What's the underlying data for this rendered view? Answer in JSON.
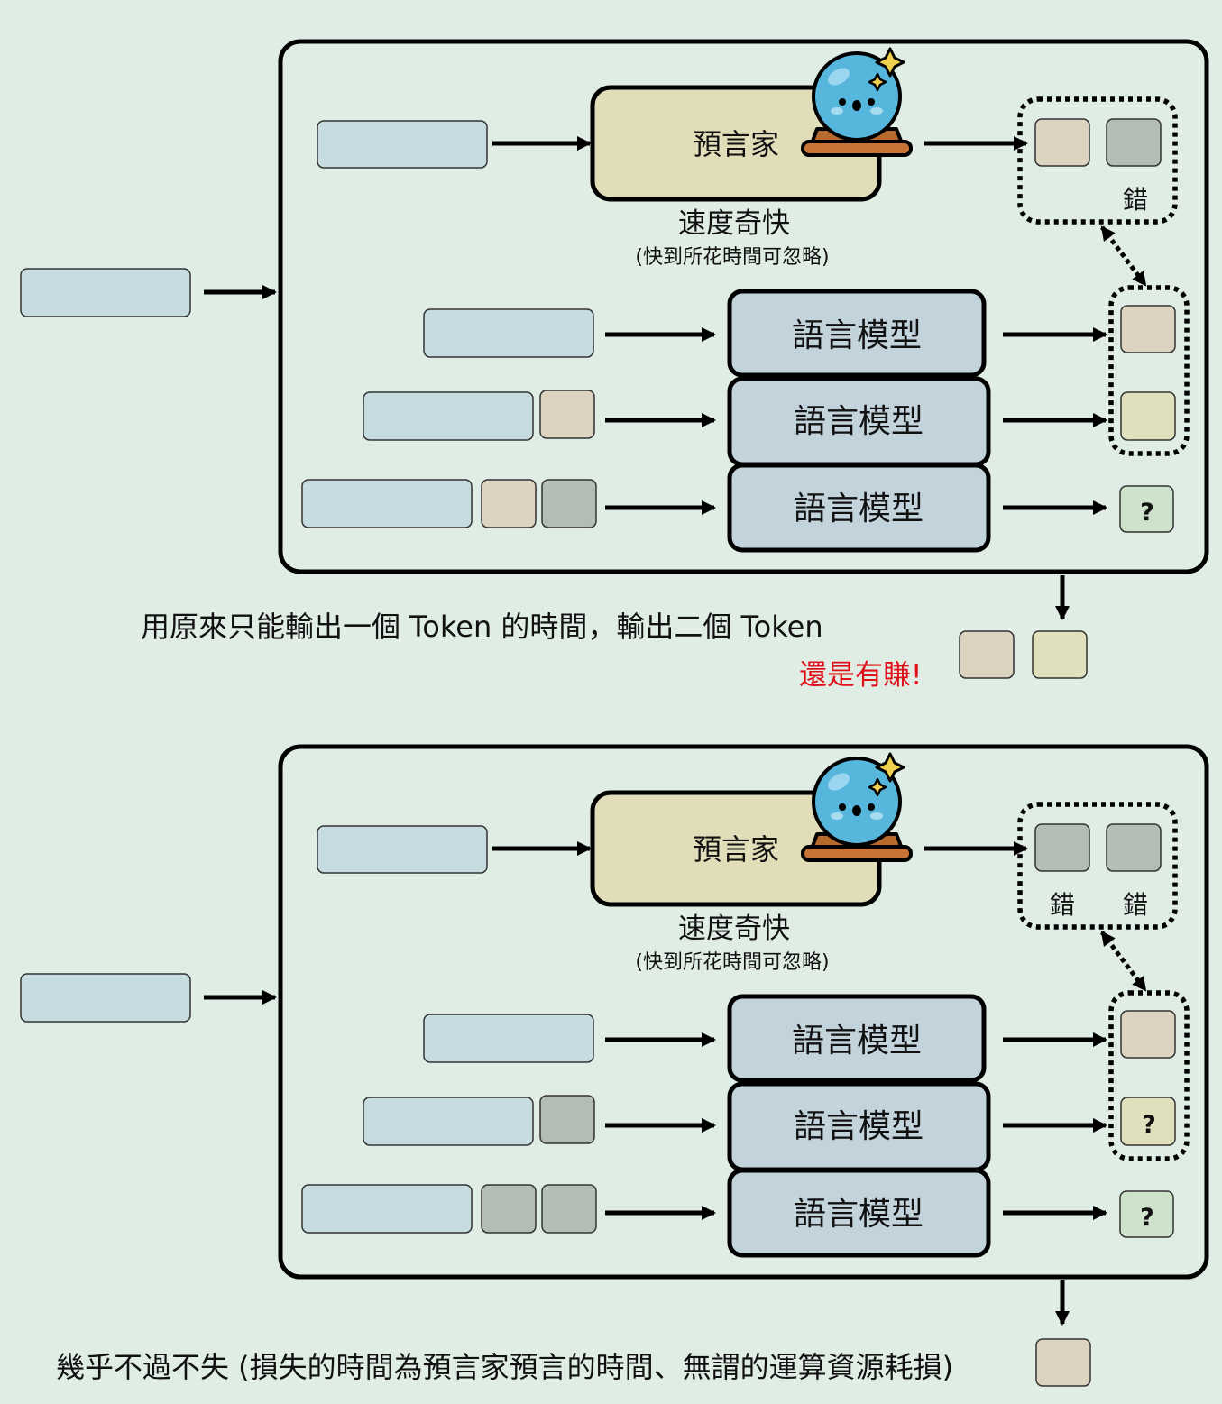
{
  "colors": {
    "background": "#e0ede5",
    "input_block": "#c7dce0",
    "token_tan": "#dcd4c0",
    "token_gray": "#b4bdb4",
    "token_yellow": "#e1e0bc",
    "token_green": "#cfe3cc",
    "oracle_fill": "#e1ddb8",
    "lm_fill": "#c2d3dc",
    "highlight_red": "#e0101a"
  },
  "icons": [
    "crystal-ball-icon",
    "sparkle-icon"
  ],
  "panel1": {
    "oracle_label": "預言家",
    "speed_title": "速度奇快",
    "speed_note": "(快到所花時間可忽略)",
    "wrong_label": "錯",
    "lm_labels": [
      "語言模型",
      "語言模型",
      "語言模型"
    ],
    "unknown_mark": "?",
    "caption": "用原來只能輸出一個 Token 的時間，輸出二個 Token",
    "caption_highlight": "還是有賺!"
  },
  "panel2": {
    "oracle_label": "預言家",
    "speed_title": "速度奇快",
    "speed_note": "(快到所花時間可忽略)",
    "wrong_labels": [
      "錯",
      "錯"
    ],
    "lm_labels": [
      "語言模型",
      "語言模型",
      "語言模型"
    ],
    "unknown_marks": [
      "?",
      "?"
    ],
    "caption": "幾乎不過不失 (損失的時間為預言家預言的時間、無謂的運算資源耗損)"
  }
}
